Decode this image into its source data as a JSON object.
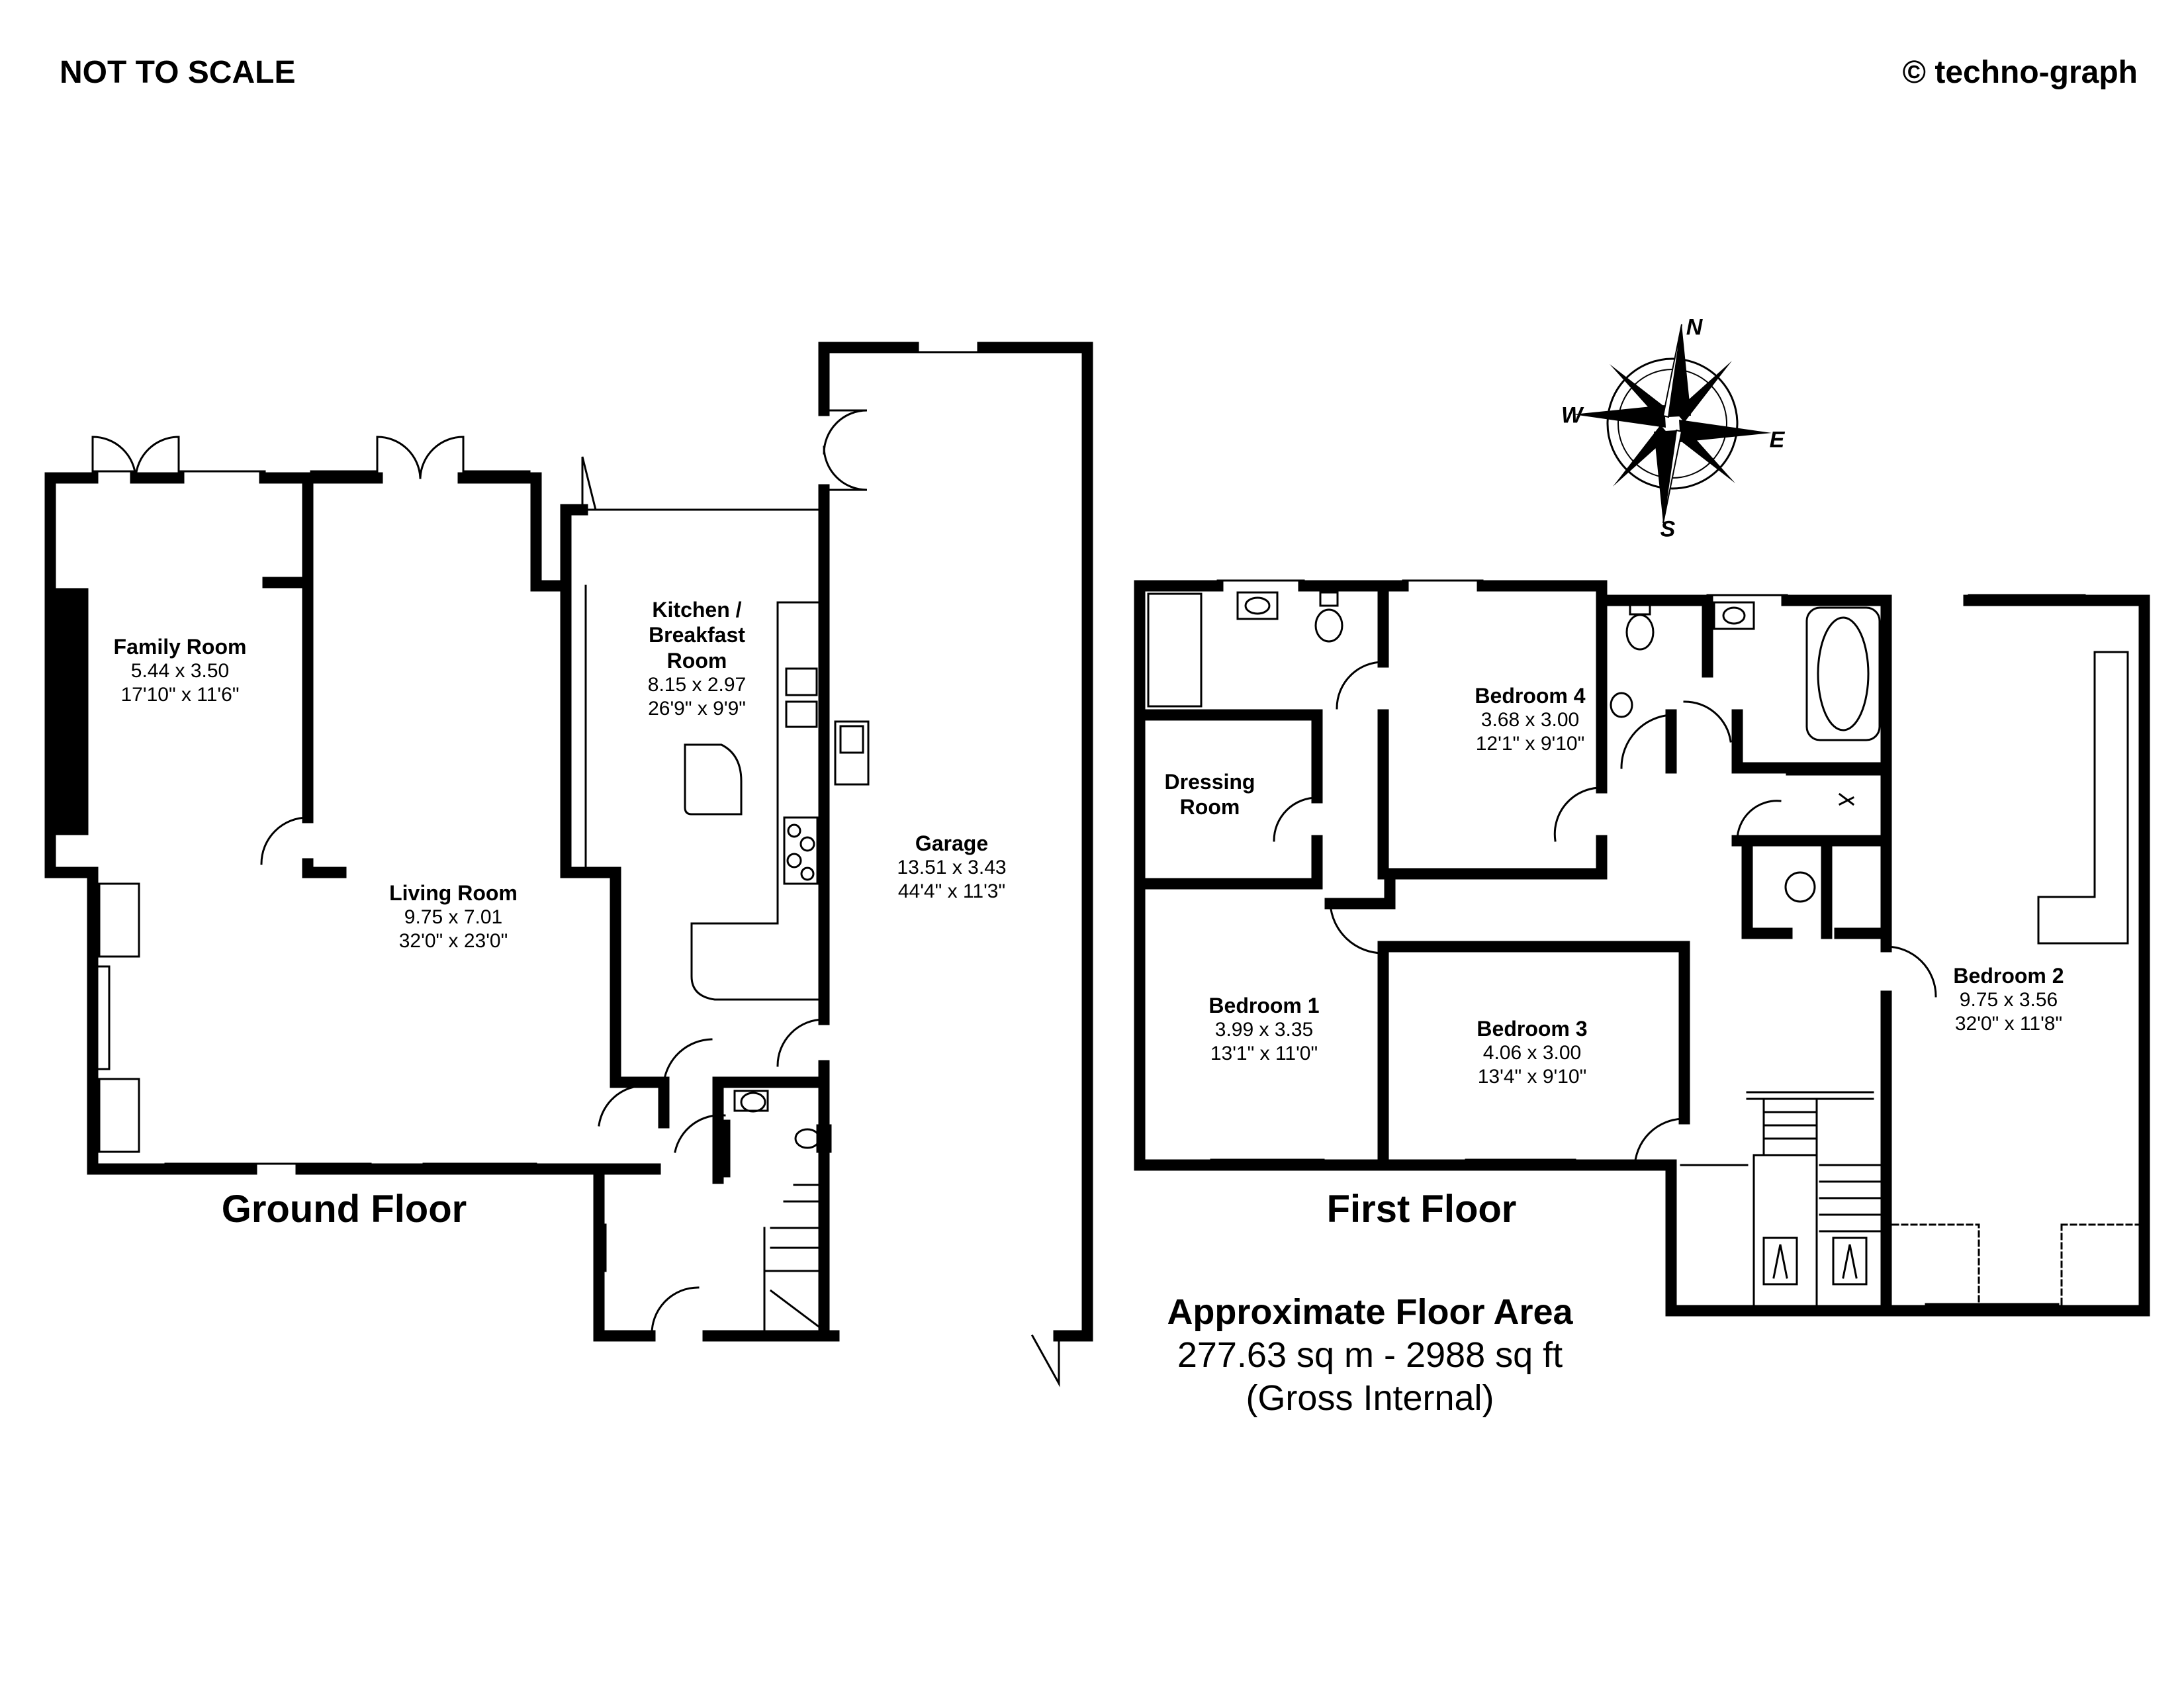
{
  "header": {
    "scale_note": "NOT TO SCALE",
    "copyright": "© techno-graph"
  },
  "floors": {
    "ground": "Ground Floor",
    "first": "First Floor"
  },
  "rooms": {
    "family": {
      "name": "Family Room",
      "metric": "5.44 x 3.50",
      "imperial": "17'10\" x 11'6\""
    },
    "living": {
      "name": "Living Room",
      "metric": "9.75 x 7.01",
      "imperial": "32'0\" x 23'0\""
    },
    "kitchen": {
      "name1": "Kitchen /",
      "name2": "Breakfast",
      "name3": "Room",
      "metric": "8.15 x 2.97",
      "imperial": "26'9\" x 9'9\""
    },
    "garage": {
      "name": "Garage",
      "metric": "13.51 x 3.43",
      "imperial": "44'4\" x 11'3\""
    },
    "bedroom4": {
      "name": "Bedroom 4",
      "metric": "3.68 x 3.00",
      "imperial": "12'1\" x 9'10\""
    },
    "dressing": {
      "name1": "Dressing",
      "name2": "Room"
    },
    "bedroom1": {
      "name": "Bedroom 1",
      "metric": "3.99 x 3.35",
      "imperial": "13'1\" x 11'0\""
    },
    "bedroom3": {
      "name": "Bedroom 3",
      "metric": "4.06 x 3.00",
      "imperial": "13'4\" x 9'10\""
    },
    "bedroom2": {
      "name": "Bedroom 2",
      "metric": "9.75 x 3.56",
      "imperial": "32'0\" x 11'8\""
    }
  },
  "area": {
    "title": "Approximate Floor Area",
    "value": "277.63 sq m - 2988 sq ft",
    "note": "(Gross Internal)"
  },
  "compass": {
    "n": "N",
    "e": "E",
    "s": "S",
    "w": "W"
  },
  "colors": {
    "wall": "#000000",
    "background": "#ffffff"
  }
}
